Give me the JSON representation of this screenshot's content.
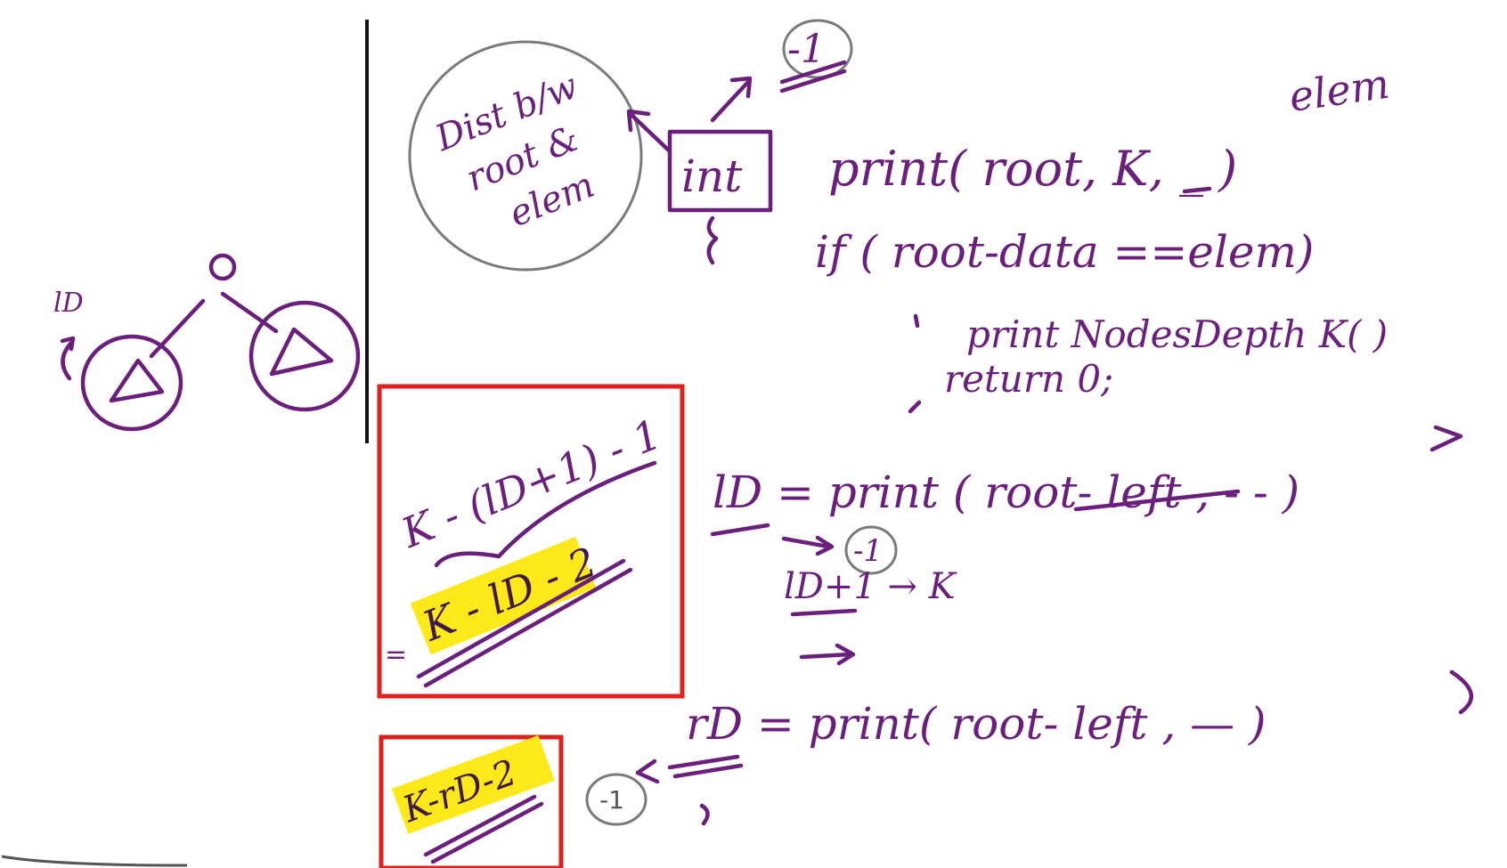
{
  "notes": {
    "left_ld": "lD",
    "circle_text": [
      "Dist b/w",
      "root &",
      "elem"
    ],
    "int_box": "int",
    "minus_one_top": "-1",
    "elem_label": "elem",
    "print_call": "print( root,  K,    _ )",
    "if_line": "if ( root-data ==elem)",
    "print_nodes": "print NodesDepth K(        )",
    "return_zero": "return 0;",
    "box_formula_top": "K - (lD+1) - 1",
    "box_formula_hl": "K - lD - 2",
    "ld_assign": "lD   =  print ( root- left ,   -  -  )",
    "minus_one_mid": "-1",
    "ld_plus": "lD+1  →  K",
    "rd_assign": "rD   =   print( root- left ,     —  )",
    "minus_one_bot": "-1",
    "box_formula_rd": "K-rD-2"
  },
  "colors": {
    "ink": "#6b1f7d",
    "highlight": "#fde91a",
    "frame": "#e0201c",
    "pencil": "#7a7a7a"
  }
}
